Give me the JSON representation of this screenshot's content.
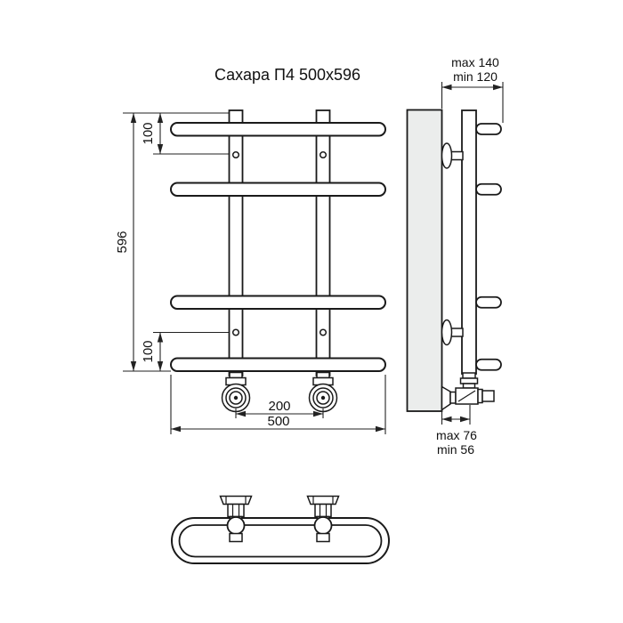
{
  "title": "Сахара П4 500x596",
  "front_view": {
    "height_label": "596",
    "top_hole_offset_label": "100",
    "bottom_hole_offset_label": "100",
    "connection_spacing_label": "200",
    "width_label": "500"
  },
  "side_view": {
    "wall_distance_max_label": "max 140",
    "wall_distance_min_label": "min 120",
    "valve_offset_max_label": "max 76",
    "valve_offset_min_label": "min 56"
  },
  "colors": {
    "line": "#1a1a1a",
    "dimension_line": "#222222",
    "wall_fill": "#ebedec",
    "background": "#ffffff"
  }
}
